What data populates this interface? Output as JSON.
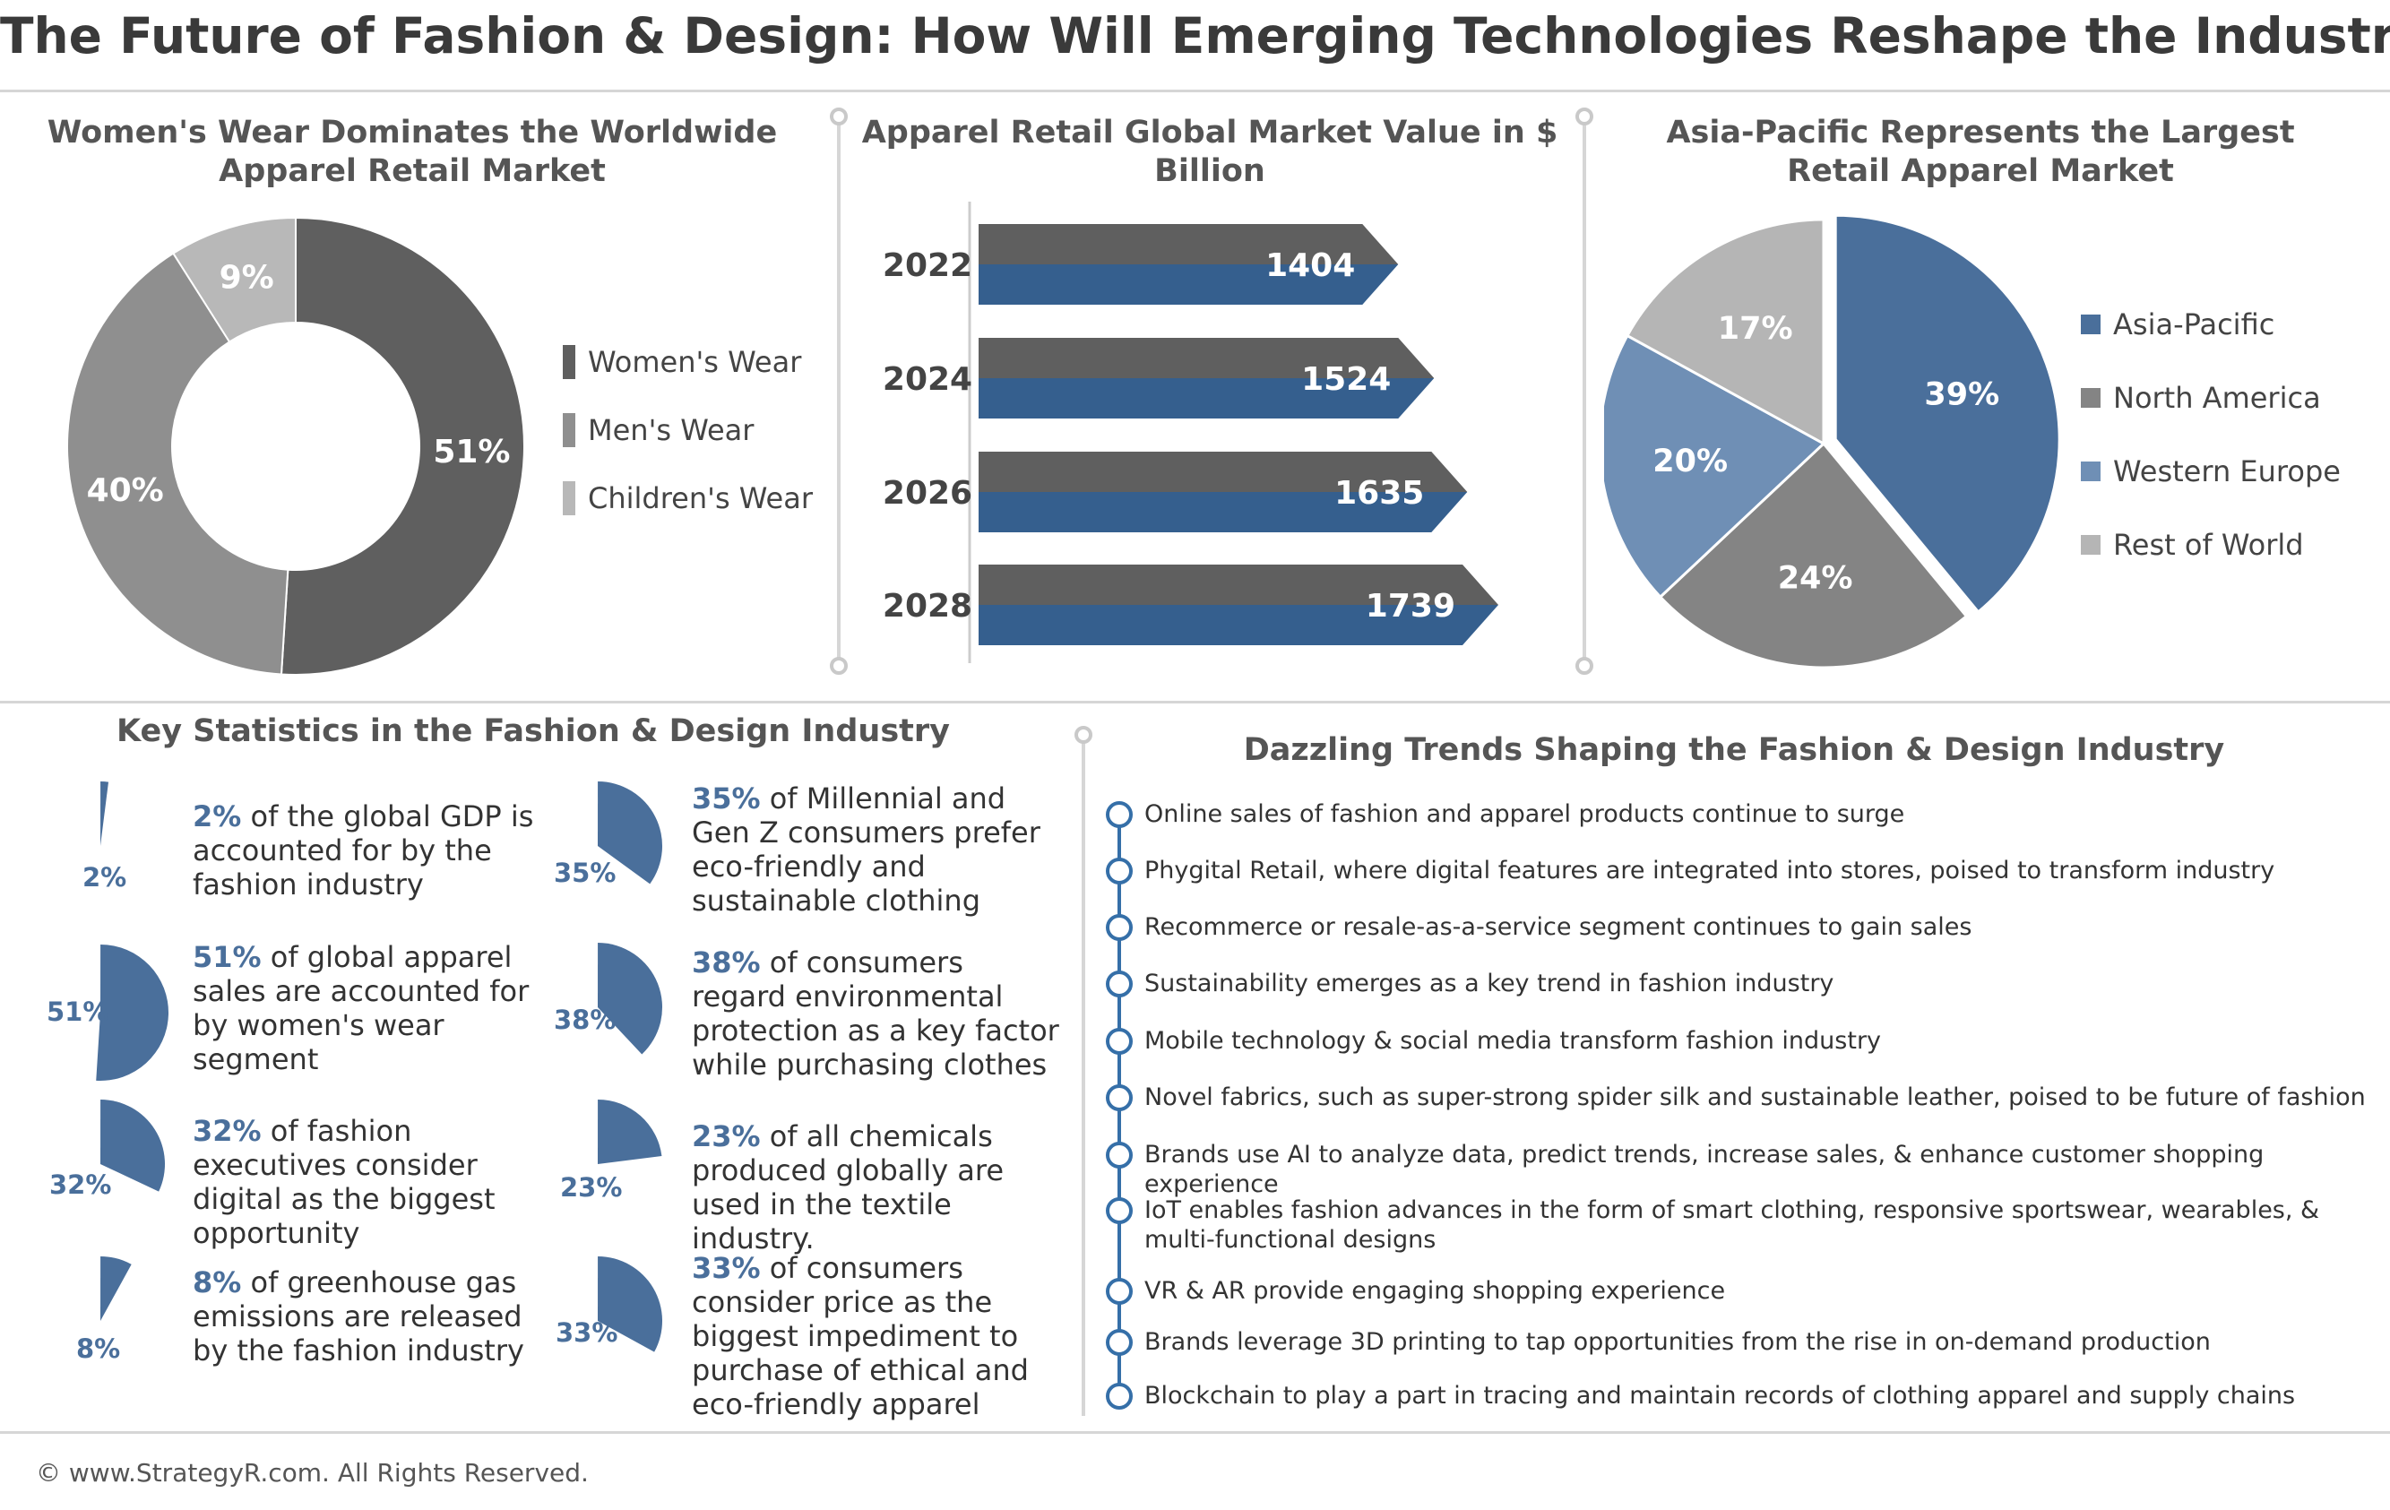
{
  "title": "The Future of Fashion & Design: How Will Emerging Technologies Reshape the Industry?",
  "colors": {
    "blue": "#4a6f9b",
    "dark_gray": "#5f5f5f",
    "mid_gray": "#8c8c8c",
    "light_gray": "#b8b8b8",
    "light_blue": "#6f8fb5",
    "arrow_blue": "#355f8e"
  },
  "chart_data": [
    {
      "type": "pie",
      "variant": "donut",
      "title": "Women's Wear Dominates the Worldwide Apparel Retail Market",
      "labels": [
        "Women's Wear",
        "Men's Wear",
        "Children's Wear"
      ],
      "values": [
        51,
        40,
        9
      ],
      "value_labels": [
        "51%",
        "40%",
        "9%"
      ],
      "colors": [
        "#5f5f5f",
        "#8f8f8f",
        "#b8b8b8"
      ],
      "legend": "right"
    },
    {
      "type": "bar",
      "orientation": "horizontal",
      "title": "Apparel Retail Global Market Value in $ Billion",
      "categories": [
        "2022",
        "2024",
        "2026",
        "2028"
      ],
      "values": [
        1404,
        1524,
        1635,
        1739
      ],
      "value_labels": [
        "1404",
        "1524",
        "1635",
        "1739"
      ]
    },
    {
      "type": "pie",
      "title": "Asia-Pacific Represents the Largest Retail Apparel Market",
      "labels": [
        "Asia-Pacific",
        "North America",
        "Western Europe",
        "Rest of World"
      ],
      "values": [
        39,
        24,
        20,
        17
      ],
      "value_labels": [
        "39%",
        "24%",
        "20%",
        "17%"
      ],
      "colors": [
        "#4a6f9b",
        "#848484",
        "#6f8fb5",
        "#b5b5b5"
      ],
      "legend": "right"
    }
  ],
  "stats": {
    "title": "Key Statistics in the Fashion & Design Industry",
    "items": [
      {
        "value": 2,
        "label": "2%",
        "pct": "2%",
        "text": " of the global GDP is accounted for by the fashion industry"
      },
      {
        "value": 51,
        "label": "51%",
        "pct": "51%",
        "text": " of global apparel sales are accounted for by women's wear segment"
      },
      {
        "value": 32,
        "label": "32%",
        "pct": "32%",
        "text": " of fashion executives consider digital as the biggest opportunity"
      },
      {
        "value": 8,
        "label": "8%",
        "pct": "8%",
        "text": " of greenhouse gas emissions are released by the fashion industry"
      },
      {
        "value": 35,
        "label": "35%",
        "pct": "35%",
        "text": " of Millennial and Gen Z consumers prefer eco-friendly and sustainable clothing"
      },
      {
        "value": 38,
        "label": "38%",
        "pct": "38%",
        "text": " of consumers regard environmental protection as a key factor while purchasing clothes"
      },
      {
        "value": 23,
        "label": "23%",
        "pct": "23%",
        "text": " of all chemicals produced globally are used in the textile industry."
      },
      {
        "value": 33,
        "label": "33%",
        "pct": "33%",
        "text": " of consumers consider price as the biggest impediment to purchase of ethical and eco-friendly apparel"
      }
    ]
  },
  "trends": {
    "title": "Dazzling Trends Shaping the Fashion & Design Industry",
    "items": [
      "Online sales of fashion and apparel products continue to surge",
      "Phygital Retail, where digital features are integrated into stores, poised to transform industry",
      "Recommerce or resale-as-a-service segment continues to gain sales",
      "Sustainability emerges as a key trend in fashion industry",
      "Mobile technology & social media transform fashion industry",
      "Novel fabrics, such as super-strong spider silk and sustainable leather, poised to be future of fashion",
      "Brands use AI to analyze data, predict trends, increase sales, & enhance customer shopping experience",
      "IoT enables fashion advances in the form of smart clothing, responsive sportswear, wearables, & multi-functional designs",
      "VR & AR provide engaging shopping experience",
      "Brands leverage 3D printing to tap opportunities from the rise in on-demand production",
      "Blockchain to play a part in tracing and maintain records of clothing apparel and supply chains"
    ]
  },
  "footer": "© www.StrategyR.com. All Rights Reserved."
}
